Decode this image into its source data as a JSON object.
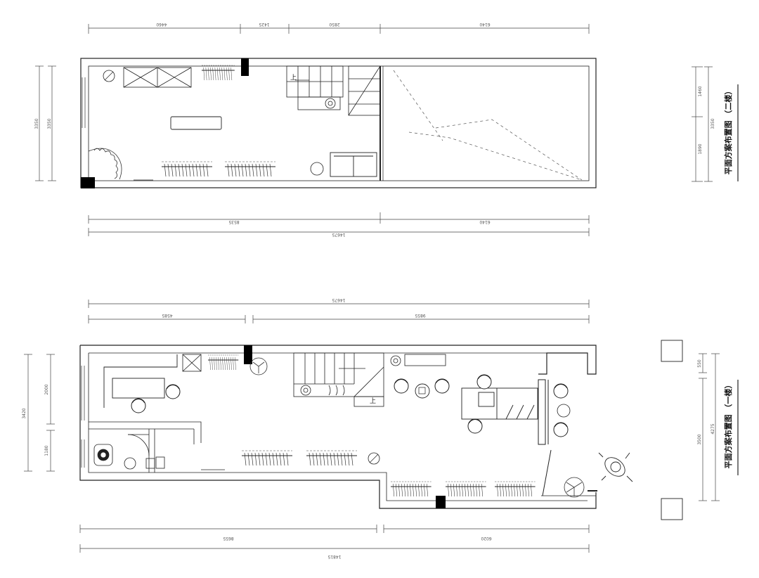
{
  "upper_floor": {
    "title": "平面方案布置图 （二楼）",
    "dims_top": [
      "4460",
      "1425",
      "2850",
      "6140"
    ],
    "dims_bottom": [
      "8535",
      "6140"
    ],
    "dim_total": "14675",
    "dims_left": [
      "3350"
    ],
    "dims_right": [
      "1460",
      "1890",
      "3350"
    ]
  },
  "lower_floor": {
    "title": "平面方案布置图 （一楼）",
    "dim_top_total": "14675",
    "dims_top": [
      "4585",
      "9855"
    ],
    "dims_bottom": [
      "8655",
      "6020"
    ],
    "dim_bottom_total": "14815",
    "dims_left": [
      "2000",
      "1180",
      "3420"
    ],
    "dims_right": [
      "550",
      "3500",
      "4275"
    ]
  },
  "stair_label": "上",
  "colors": {
    "line": "#222222",
    "column": "#000000"
  }
}
